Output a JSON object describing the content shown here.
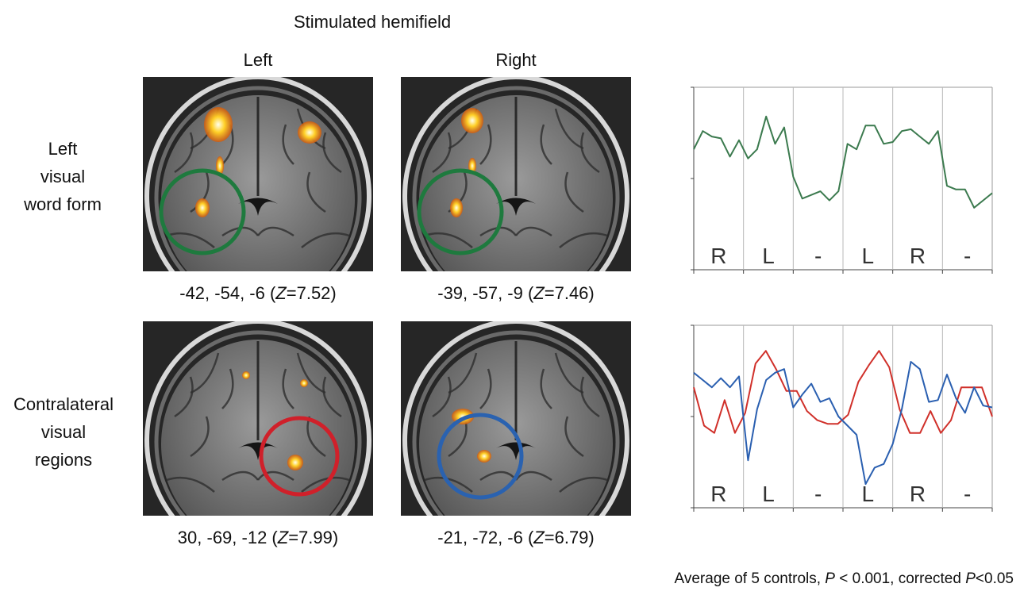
{
  "title": "Stimulated hemifield",
  "columns": [
    {
      "label": "Left"
    },
    {
      "label": "Right"
    }
  ],
  "rows": [
    {
      "label_lines": [
        "Left",
        "visual",
        "word form"
      ]
    },
    {
      "label_lines": [
        "Contralateral",
        "visual",
        "regions"
      ]
    }
  ],
  "panels": [
    {
      "row": 0,
      "col": 0,
      "circle_color": "#1e7a3e",
      "coord_prefix": "-42, -54, -6 (",
      "z_letter": "Z",
      "z_value": "=7.52)"
    },
    {
      "row": 0,
      "col": 1,
      "circle_color": "#1e7a3e",
      "coord_prefix": "-39, -57, -9 (",
      "z_letter": "Z",
      "z_value": "=7.46)"
    },
    {
      "row": 1,
      "col": 0,
      "circle_color": "#d0202a",
      "coord_prefix": "30, -69, -12 (",
      "z_letter": "Z",
      "z_value": "=7.99)"
    },
    {
      "row": 1,
      "col": 1,
      "circle_color": "#2a62b0",
      "coord_prefix": "-21, -72, -6 (",
      "z_letter": "Z",
      "z_value": "=6.79)"
    }
  ],
  "footnote": {
    "part1": "Average of 5 controls, ",
    "p1": "P",
    "part2": " < 0.001, corrected ",
    "p2": "P",
    "part3": "<0.05"
  },
  "chart_data": [
    {
      "type": "line",
      "condition_labels": [
        "R",
        "L",
        "-",
        "L",
        "R",
        "-"
      ],
      "ylim": [
        0,
        10
      ],
      "series": [
        {
          "color": "#3b7a4e",
          "values": [
            6.6,
            7.6,
            7.3,
            7.2,
            6.2,
            7.1,
            6.1,
            6.6,
            8.4,
            6.9,
            7.8,
            5.1,
            3.9,
            4.1,
            4.3,
            3.8,
            4.3,
            6.9,
            6.6,
            7.9,
            7.9,
            6.9,
            7.0,
            7.6,
            7.7,
            7.3,
            6.9,
            7.6,
            4.6,
            4.4,
            4.4,
            3.4,
            3.8,
            4.2
          ]
        }
      ]
    },
    {
      "type": "line",
      "condition_labels": [
        "R",
        "L",
        "-",
        "L",
        "R",
        "-"
      ],
      "ylim": [
        0,
        10
      ],
      "series": [
        {
          "color": "#d0302a",
          "values": [
            6.6,
            4.5,
            4.1,
            5.9,
            4.1,
            5.2,
            7.9,
            8.6,
            7.6,
            6.4,
            6.4,
            5.3,
            4.8,
            4.6,
            4.6,
            5.1,
            6.9,
            7.8,
            8.6,
            7.7,
            5.4,
            4.1,
            4.1,
            5.3,
            4.1,
            4.8,
            6.6,
            6.6,
            6.6,
            5.0
          ]
        },
        {
          "color": "#2a5fb0",
          "values": [
            7.4,
            7.0,
            6.6,
            7.1,
            6.6,
            7.2,
            2.6,
            5.4,
            7.0,
            7.4,
            7.6,
            5.5,
            6.2,
            6.8,
            5.8,
            6.0,
            5.0,
            4.5,
            4.0,
            1.3,
            2.2,
            2.4,
            3.5,
            5.4,
            8.0,
            7.6,
            5.8,
            5.9,
            7.3,
            6.0,
            5.2,
            6.6,
            5.6,
            5.5
          ]
        }
      ]
    }
  ]
}
